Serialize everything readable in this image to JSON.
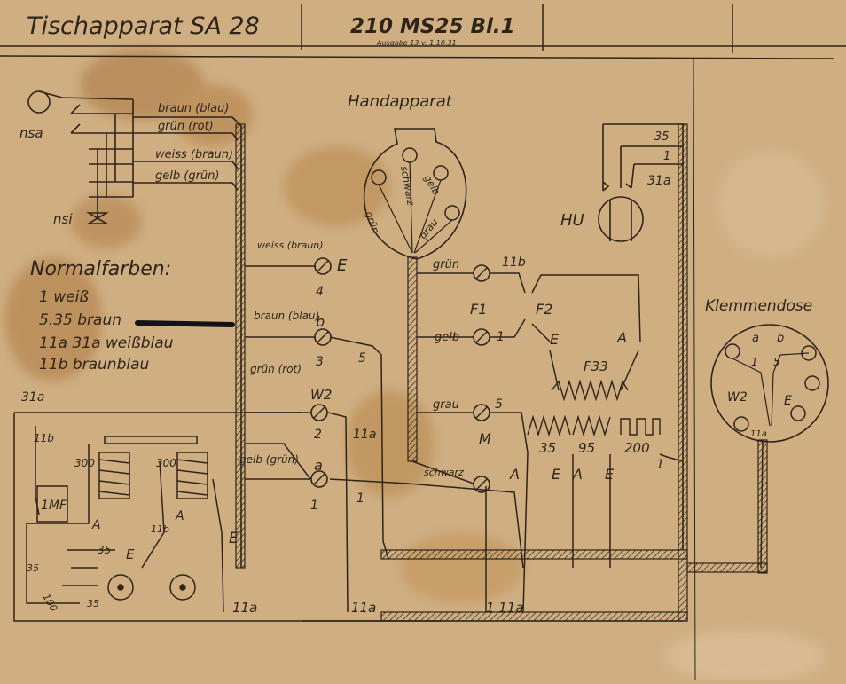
{
  "colors": {
    "paper": "#cfae82",
    "paper_light": "#dcc19a",
    "stain": "#a9773f",
    "ink": "#2e2418",
    "marker": "#16121a"
  },
  "header": {
    "title": "Tischapparat SA 28",
    "drawing_no": "210 MS25 Bl.1",
    "issue_note": "Ausgabe 13 v. 1.10.31"
  },
  "handset": {
    "label": "Handapparat",
    "wire_labels": [
      "grün",
      "schwarz",
      "gelb",
      "grau"
    ]
  },
  "hook_block": {
    "labels": [
      "35",
      "1",
      "31a"
    ],
    "hu_label": "HU"
  },
  "terminal_box": {
    "title": "Klemmendose",
    "terminals": [
      "a",
      "b",
      "1",
      "5",
      "W2",
      "E",
      "11a"
    ]
  },
  "legend": {
    "title": "Normalfarben:",
    "lines": [
      "1 weiß",
      "5.35 braun",
      "11a 31a weißblau",
      "11b braunblau"
    ]
  },
  "dial": {
    "labels": [
      "nsa",
      "nsi"
    ],
    "wires": [
      "braun (blau)",
      "grün (rot)",
      "weiss (braun)",
      "gelb (grün)"
    ]
  },
  "terminals": [
    {
      "color": "weiss (braun)",
      "name": "E",
      "number": "4"
    },
    {
      "color": "braun (blau)",
      "name": "b",
      "number": "3"
    },
    {
      "color": "grün (rot)",
      "name": "W2",
      "number": "2"
    },
    {
      "color": "gelb (grün)",
      "name": "a",
      "number": "1"
    }
  ],
  "handset_terminals": [
    {
      "color": "grün",
      "number": "11b"
    },
    {
      "color": "gelb",
      "number": "1"
    },
    {
      "color": "grau",
      "number": "5"
    },
    {
      "color": "schwarz",
      "number": ""
    }
  ],
  "switch_labels": {
    "f1": "F1",
    "f2": "F2",
    "e": "E",
    "a": "A",
    "f33": "F33",
    "m": "M"
  },
  "resistor_labels": [
    "35",
    "95",
    "200"
  ],
  "resistor_pins": [
    "A",
    "E",
    "A",
    "E",
    "1"
  ],
  "ringer": {
    "labels": [
      "31a",
      "11b",
      "300",
      "300",
      "1MF",
      "A",
      "A",
      "11b",
      "35",
      "E",
      "E",
      "35",
      "100",
      "35"
    ]
  },
  "wire_numbers": {
    "b_out": "5",
    "w2_out": "11a",
    "a_out": "1",
    "bottom": [
      "11a",
      "11a",
      "1 11a"
    ]
  }
}
